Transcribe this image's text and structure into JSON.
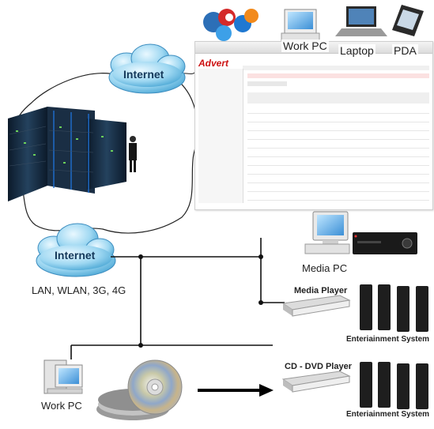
{
  "cloud_top_label": "Internet",
  "cloud_bottom_label": "Internet",
  "network_types": "LAN, WLAN, 3G, 4G",
  "device_work_pc_top": "Work PC",
  "device_laptop": "Laptop",
  "device_pda": "PDA",
  "device_media_pc": "Media PC",
  "device_media_player": "Media Player",
  "system_entertainment_1": "Enteriainment System",
  "device_cd_dvd_player": "CD - DVD Player",
  "system_entertainment_2": "Enteriainment System",
  "device_work_pc_bottom": "Work PC",
  "screenshot_brand": "Advert",
  "colors": {
    "line": "#111111",
    "cloud_text": "#14385a",
    "cloud_fill": "#8fd0ee",
    "brand_red": "#cc1111"
  }
}
